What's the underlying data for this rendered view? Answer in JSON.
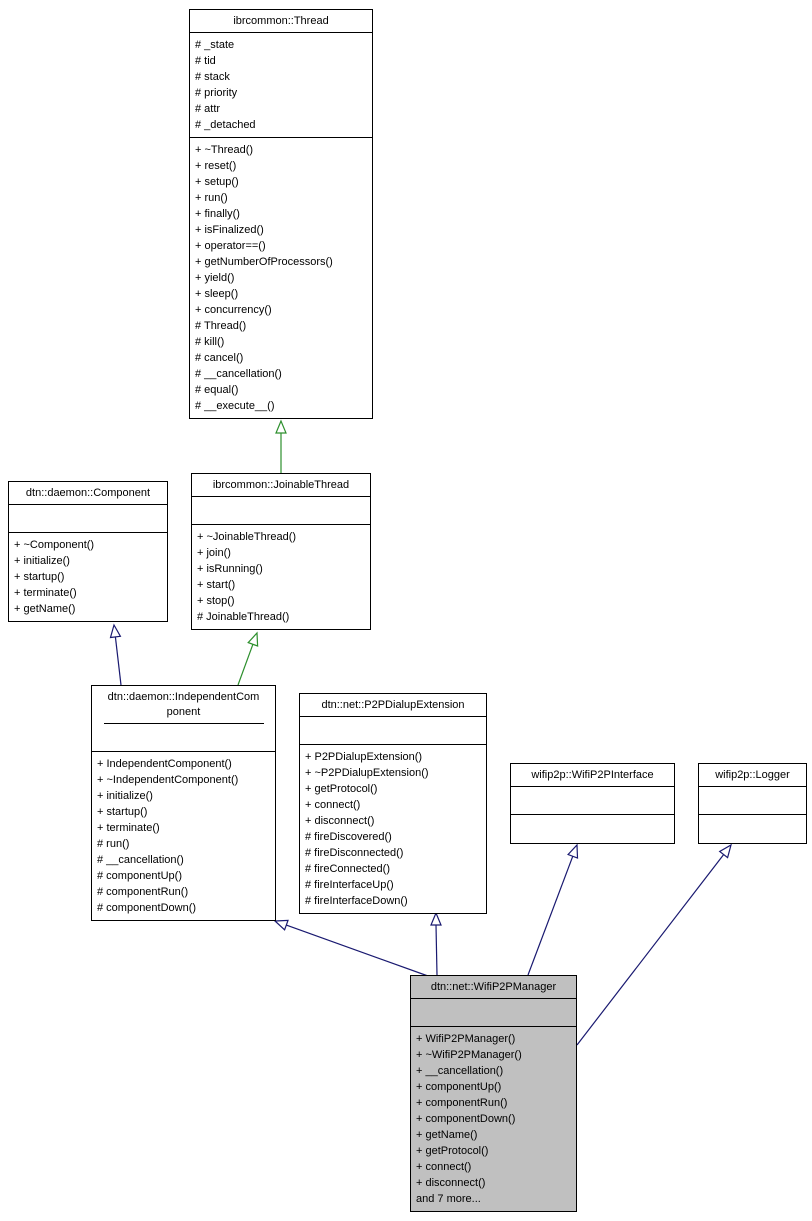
{
  "colors": {
    "box_border": "#000000",
    "box_fill": "#ffffff",
    "highlight_fill": "#c0c0c0",
    "inheritance_public": "#191970",
    "inheritance_protected": "#2d8f2d"
  },
  "classes": {
    "thread": {
      "title": "ibrcommon::Thread",
      "attributes": [
        "# _state",
        "# tid",
        "# stack",
        "# priority",
        "# attr",
        "# _detached"
      ],
      "methods": [
        "+ ~Thread()",
        "+ reset()",
        "+ setup()",
        "+ run()",
        "+ finally()",
        "+ isFinalized()",
        "+ operator==()",
        "+ getNumberOfProcessors()",
        "+ yield()",
        "+ sleep()",
        "+ concurrency()",
        "# Thread()",
        "# kill()",
        "# cancel()",
        "# __cancellation()",
        "# equal()",
        "# __execute__()"
      ]
    },
    "component": {
      "title": "dtn::daemon::Component",
      "attributes": [],
      "methods": [
        "+ ~Component()",
        "+ initialize()",
        "+ startup()",
        "+ terminate()",
        "+ getName()"
      ]
    },
    "joinable_thread": {
      "title": "ibrcommon::JoinableThread",
      "attributes": [],
      "methods": [
        "+ ~JoinableThread()",
        "+ join()",
        "+ isRunning()",
        "+ start()",
        "+ stop()",
        "# JoinableThread()"
      ]
    },
    "independent_component": {
      "title": "dtn::daemon::IndependentComponent",
      "attributes": [],
      "methods": [
        "+ IndependentComponent()",
        "+ ~IndependentComponent()",
        "+ initialize()",
        "+ startup()",
        "+ terminate()",
        "# run()",
        "# __cancellation()",
        "# componentUp()",
        "# componentRun()",
        "# componentDown()"
      ]
    },
    "p2p_dialup_extension": {
      "title": "dtn::net::P2PDialupExtension",
      "attributes": [],
      "methods": [
        "+ P2PDialupExtension()",
        "+ ~P2PDialupExtension()",
        "+ getProtocol()",
        "+ connect()",
        "+ disconnect()",
        "# fireDiscovered()",
        "# fireDisconnected()",
        "# fireConnected()",
        "# fireInterfaceUp()",
        "# fireInterfaceDown()"
      ]
    },
    "wifi_p2p_interface": {
      "title": "wifip2p::WifiP2PInterface",
      "attributes": [],
      "methods": []
    },
    "logger": {
      "title": "wifip2p::Logger",
      "attributes": [],
      "methods": []
    },
    "wifi_p2p_manager": {
      "title": "dtn::net::WifiP2PManager",
      "attributes": [],
      "methods": [
        "+ WifiP2PManager()",
        "+ ~WifiP2PManager()",
        "+ __cancellation()",
        "+ componentUp()",
        "+ componentRun()",
        "+ componentDown()",
        "+ getName()",
        "+ getProtocol()",
        "+ connect()",
        "+ disconnect()",
        "and 7 more..."
      ]
    }
  },
  "relationships": [
    {
      "from": "ibrcommon::JoinableThread",
      "to": "ibrcommon::Thread",
      "type": "protected-inheritance"
    },
    {
      "from": "dtn::daemon::IndependentComponent",
      "to": "dtn::daemon::Component",
      "type": "public-inheritance"
    },
    {
      "from": "dtn::daemon::IndependentComponent",
      "to": "ibrcommon::JoinableThread",
      "type": "protected-inheritance"
    },
    {
      "from": "dtn::net::WifiP2PManager",
      "to": "dtn::daemon::IndependentComponent",
      "type": "public-inheritance"
    },
    {
      "from": "dtn::net::WifiP2PManager",
      "to": "dtn::net::P2PDialupExtension",
      "type": "public-inheritance"
    },
    {
      "from": "dtn::net::WifiP2PManager",
      "to": "wifip2p::WifiP2PInterface",
      "type": "public-inheritance"
    },
    {
      "from": "dtn::net::WifiP2PManager",
      "to": "wifip2p::Logger",
      "type": "public-inheritance"
    }
  ]
}
